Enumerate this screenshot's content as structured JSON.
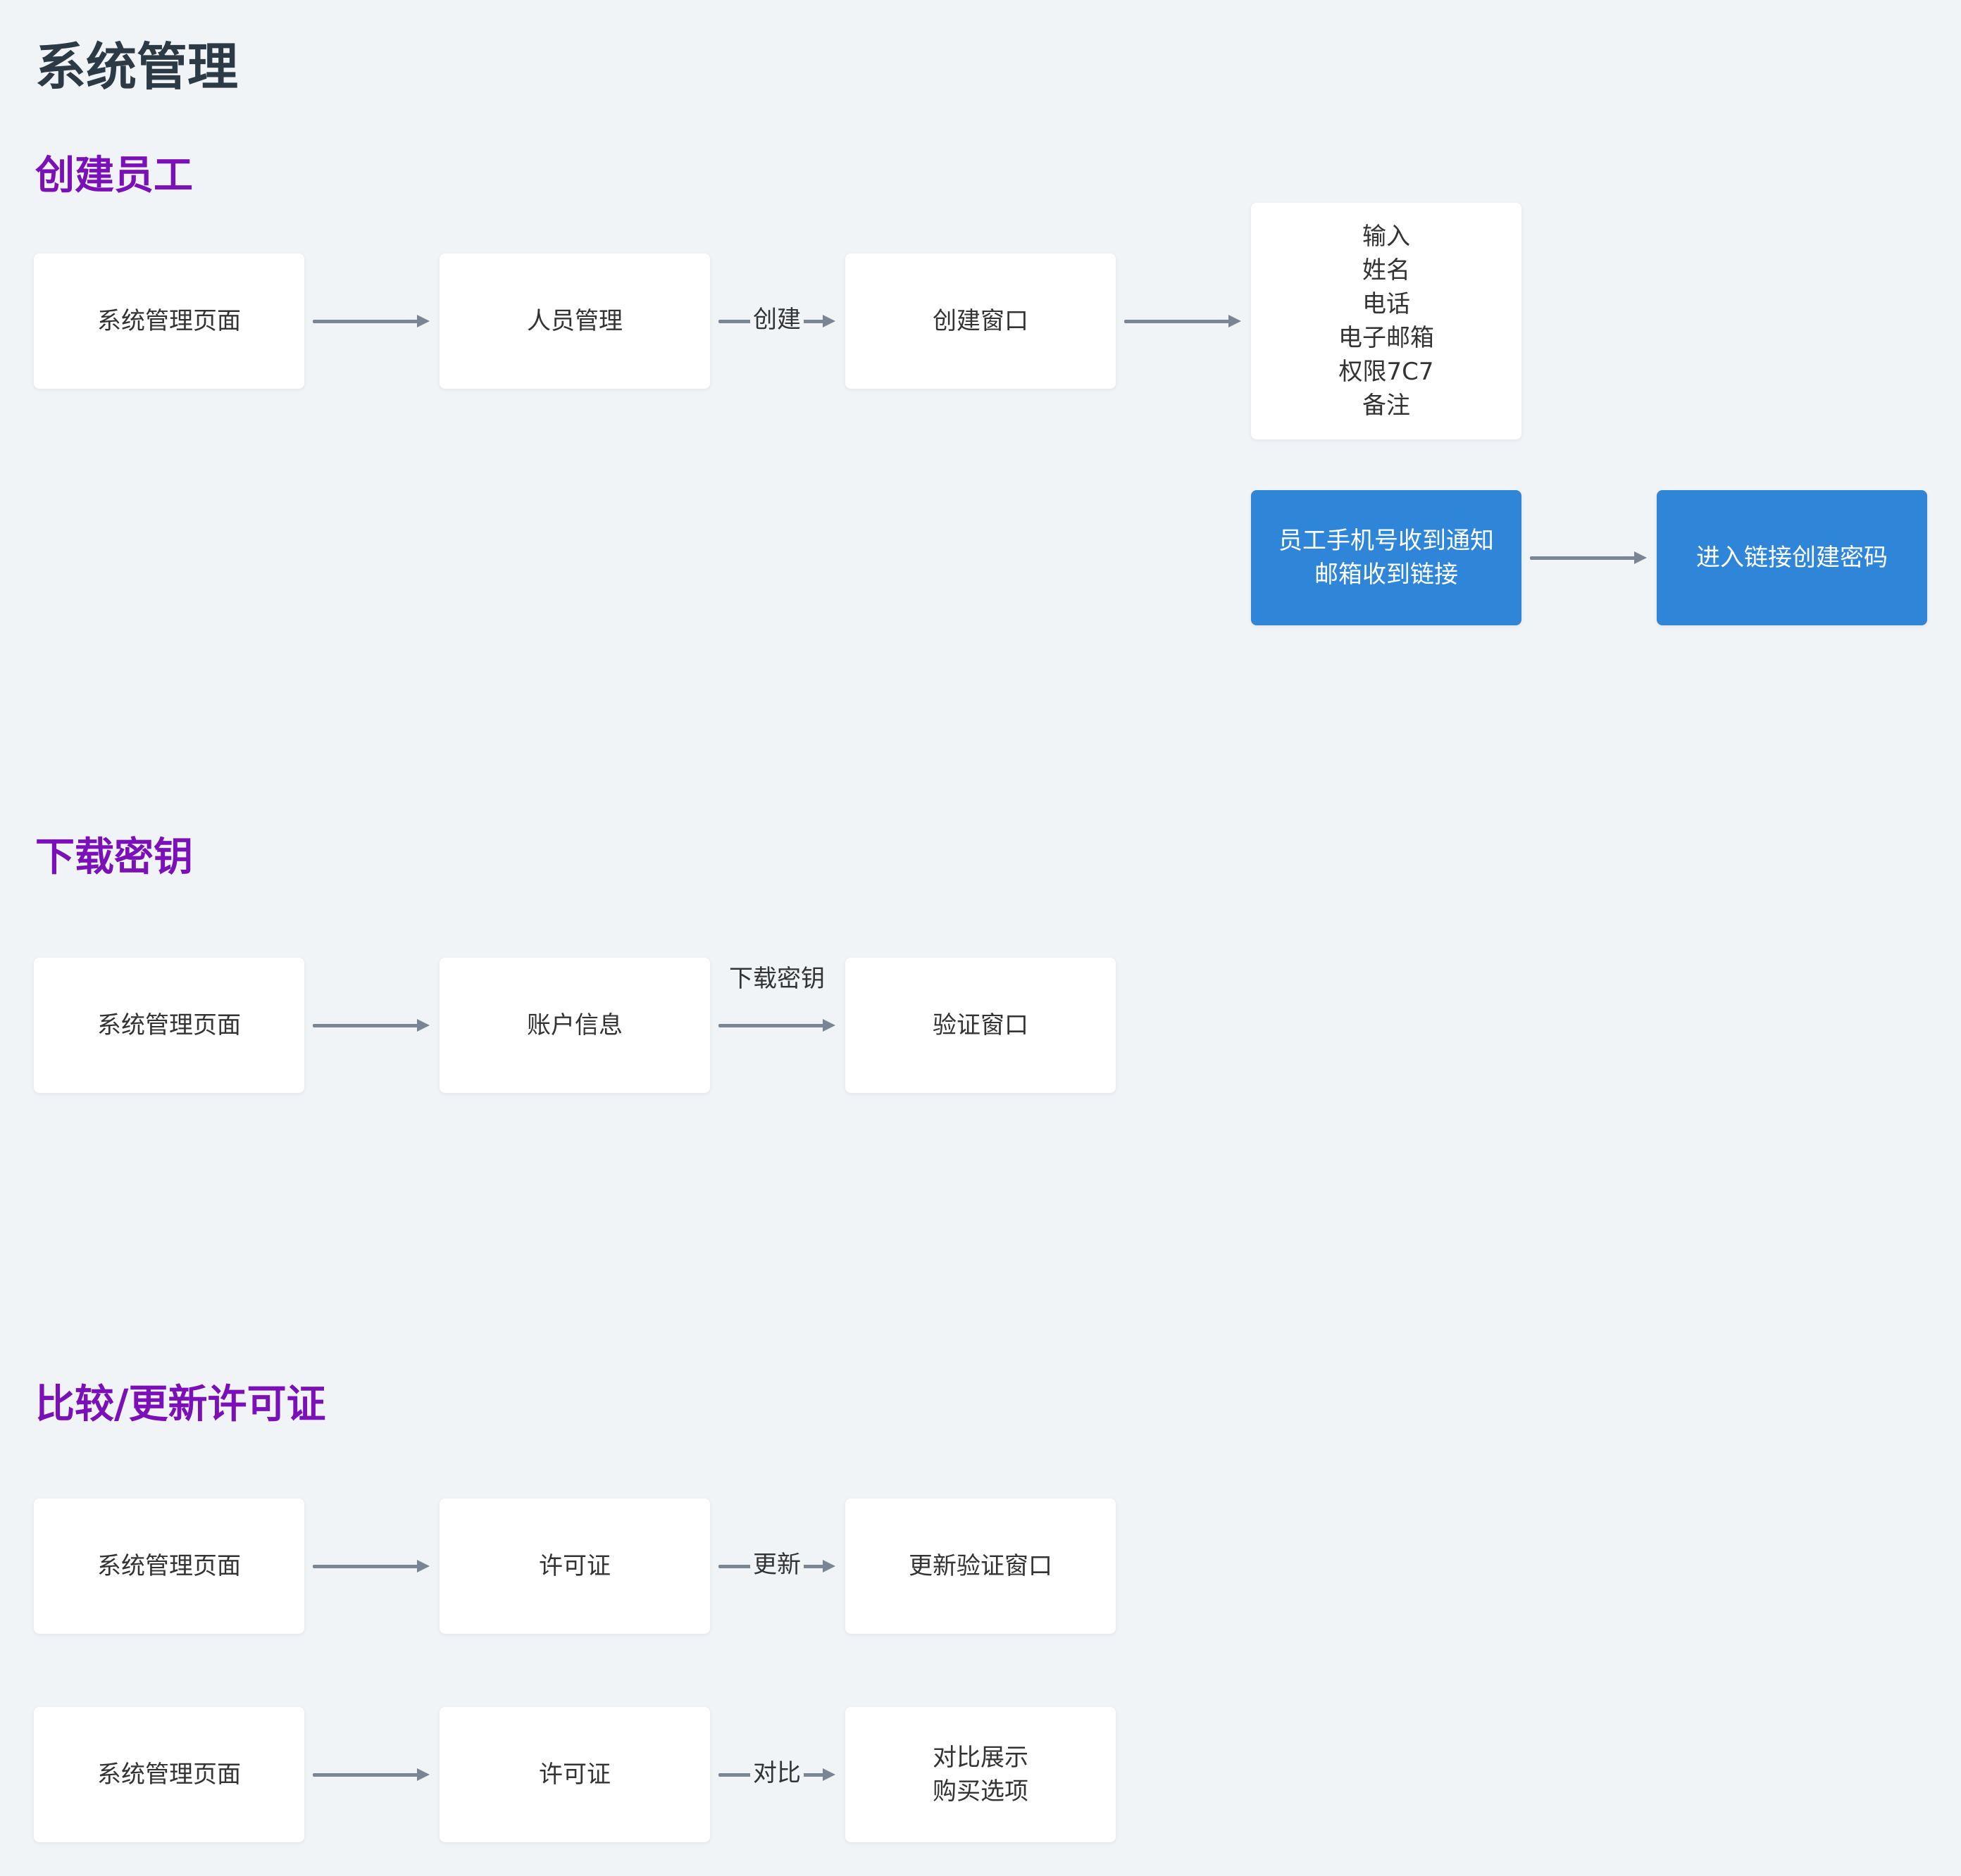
{
  "page_title": "系统管理",
  "sections": {
    "create_staff": {
      "title": "创建员工",
      "nodes": {
        "page": "系统管理页面",
        "people": "人员管理",
        "create_window": "创建窗口",
        "input_lines": [
          "输入",
          "姓名",
          "电话",
          "电子邮箱",
          "权限7C7",
          "备注"
        ],
        "notify_lines": [
          "员工手机号收到通知",
          "邮箱收到链接"
        ],
        "enter_link": "进入链接创建密码"
      },
      "edges": {
        "create": "创建"
      }
    },
    "download_key": {
      "title": "下载密钥",
      "nodes": {
        "page": "系统管理页面",
        "account": "账户信息",
        "verify_window": "验证窗口"
      },
      "edges": {
        "download": "下载密钥"
      }
    },
    "license": {
      "title": "比较/更新许可证",
      "row1": {
        "page": "系统管理页面",
        "license": "许可证",
        "edge": "更新",
        "target": "更新验证窗口"
      },
      "row2": {
        "page": "系统管理页面",
        "license": "许可证",
        "edge": "对比",
        "target_lines": [
          "对比展示",
          "购买选项"
        ]
      }
    }
  },
  "colors": {
    "background": "#f0f4f7",
    "section_title": "#7b10b8",
    "highlight_node": "#2f86d9",
    "arrow": "#7a8793"
  }
}
